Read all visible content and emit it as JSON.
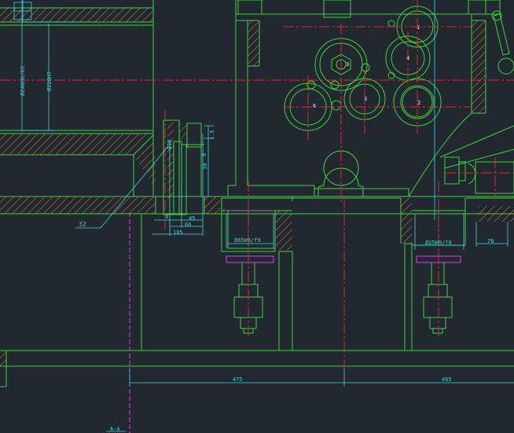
{
  "drawing": {
    "background": "#212830",
    "colors": {
      "outline": "#3cd43c",
      "center": "#e0282c",
      "dimension": "#39d4e0",
      "hatch": "#c87832",
      "hidden": "#e040e0",
      "text": "#e8f0f0"
    },
    "part_label": "32",
    "section_label": "A-A",
    "dims": {
      "bore_outer": "Ø240H6/G5",
      "bore_inner": "Ø220H7",
      "fit_left": "Ø65H9/f9",
      "fit_right": "Ø25H9/f9",
      "d_18": "Ø18",
      "w_4": "4",
      "w_45": "45",
      "w_60": "60",
      "w_105": "105",
      "h_30": "30",
      "w_70": "70",
      "span_left": "475",
      "span_right": "465",
      "small_a": "8",
      "small_b": "1.5"
    },
    "gear_numbers": [
      "1",
      "2",
      "3",
      "4",
      "5",
      "6"
    ]
  }
}
